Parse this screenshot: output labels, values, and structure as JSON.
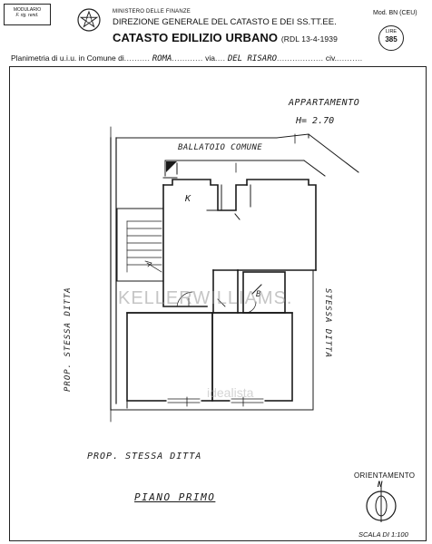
{
  "header": {
    "mod_box": {
      "line1": "MODULARIO",
      "line2": "F. rig. rend."
    },
    "ministry": "MINISTERO DELLE FINANZE",
    "direction": "DIREZIONE GENERALE DEL CATASTO E DEI SS.TT.EE.",
    "title": "CATASTO EDILIZIO URBANO",
    "rdl": "(RDL 13-4-1939",
    "mod_bn": "Mod. BN (CEU)",
    "lire_label": "LIRE",
    "lire_value": "385"
  },
  "plan_line": {
    "prefix": "Planimetria di u.i.u. in Comune di",
    "comune": "ROMA",
    "via_label": "via",
    "via": "DEL RISARO",
    "civ_label": "civ."
  },
  "labels": {
    "apartment": "APPARTAMENTO",
    "height": "H= 2.70",
    "balcony": "BALLATOIO COMUNE",
    "kitchen": "K",
    "bath": "B",
    "left_side": "PROP. STESSA DITTA",
    "right_side": "STESSA DITTA",
    "bottom": "PROP. STESSA DITTA",
    "floor": "PIANO PRIMO",
    "orientation": "ORIENTAMENTO",
    "north": "N",
    "scale": "SCALA DI 1:100"
  },
  "watermark": {
    "brand": "KELLERWILLIAMS.",
    "sub": "idealista"
  }
}
